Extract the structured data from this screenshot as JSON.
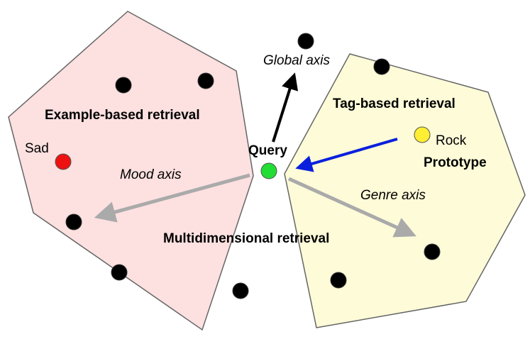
{
  "regions": {
    "example": {
      "label": "Example-based retrieval",
      "fill": "#fde0e0"
    },
    "tag": {
      "label": "Tag-based retrieval",
      "fill": "#fdfbd8"
    }
  },
  "labels": {
    "query": "Query",
    "sad": "Sad",
    "rock": "Rock",
    "prototype": "Prototype",
    "global_axis": "Global axis",
    "mood_axis": "Mood axis",
    "genre_axis": "Genre axis",
    "multidimensional": "Multidimensional retrieval"
  },
  "colors": {
    "query_point": "#22dd33",
    "sad_point": "#ee1111",
    "rock_point": "#ffee33",
    "item_point": "#000000",
    "axis_gray": "#aaaaaa",
    "arrow_blue": "#0a1fdd",
    "arrow_black": "#000000",
    "outline": "#666666"
  }
}
